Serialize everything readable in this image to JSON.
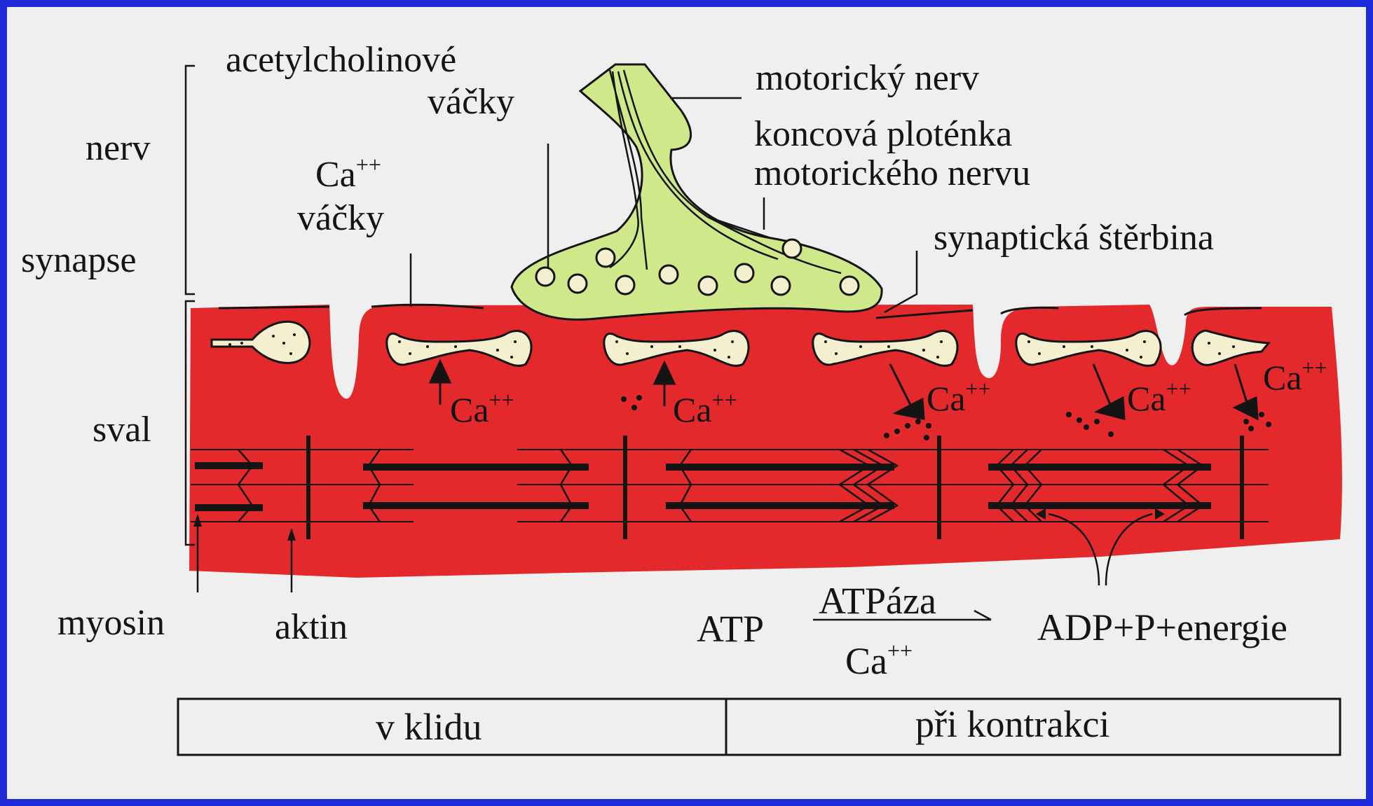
{
  "labels": {
    "nerv": "nerv",
    "synapse": "synapse",
    "sval": "sval",
    "acetylcholine_line1": "acetylcholinové",
    "acetylcholine_line2": "váčky",
    "ca_vesicles_base": "Ca",
    "ca_vesicles_sup": "++",
    "ca_vesicles_line2": "váčky",
    "motor_nerve": "motorický nerv",
    "end_plate_line1": "koncová ploténka",
    "end_plate_line2": "motorického nervu",
    "synaptic_cleft": "synaptická štěrbina",
    "myosin": "myosin",
    "aktin": "aktin",
    "ca_ion_base": "Ca",
    "ca_ion_sup": "++"
  },
  "equation": {
    "atp": "ATP",
    "enzyme": "ATPáza",
    "cofactor_base": "Ca",
    "cofactor_sup": "++",
    "products": "ADP+P+energie"
  },
  "states": {
    "rest": "v klidu",
    "contraction": "při kontrakci"
  },
  "colors": {
    "frame": "#1d2cd8",
    "background": "#efefef",
    "muscle": "#e3292b",
    "nerve": "#cfe88a",
    "vesicle": "#f4efcf"
  }
}
